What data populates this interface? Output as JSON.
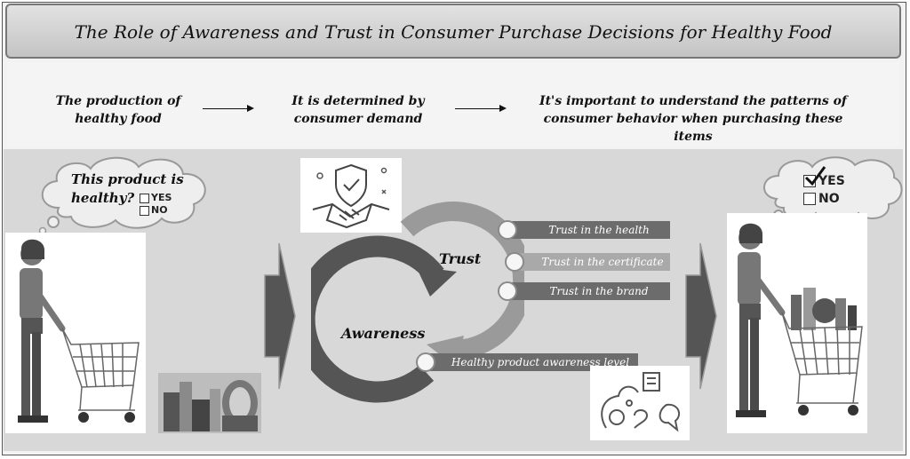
{
  "title": "The Role of Awareness and Trust in Consumer Purchase Decisions for Healthy Food",
  "flow": {
    "step1": [
      "The production of",
      "healthy food"
    ],
    "step2": [
      "It is determined by",
      "consumer demand"
    ],
    "step3": [
      "It's important to understand the patterns of",
      "consumer behavior when purchasing these items"
    ]
  },
  "left_bubble": {
    "question": [
      "This product is",
      "healthy?"
    ],
    "yes": "YES",
    "no": "NO"
  },
  "right_bubble": {
    "yes": "YES",
    "no": "NO"
  },
  "cycle": {
    "trust_label": "Trust",
    "awareness_label": "Awareness",
    "trust_items": [
      "Trust in the health",
      "Trust in the certificate",
      "Trust in the brand"
    ],
    "awareness_item": "Healthy product awareness level"
  },
  "icons": [
    "shopper-with-empty-cart",
    "grocery-products",
    "shield-handshake-icon",
    "consumer-thinking-icon",
    "shopper-with-full-cart",
    "chevron-arrow-icon"
  ]
}
